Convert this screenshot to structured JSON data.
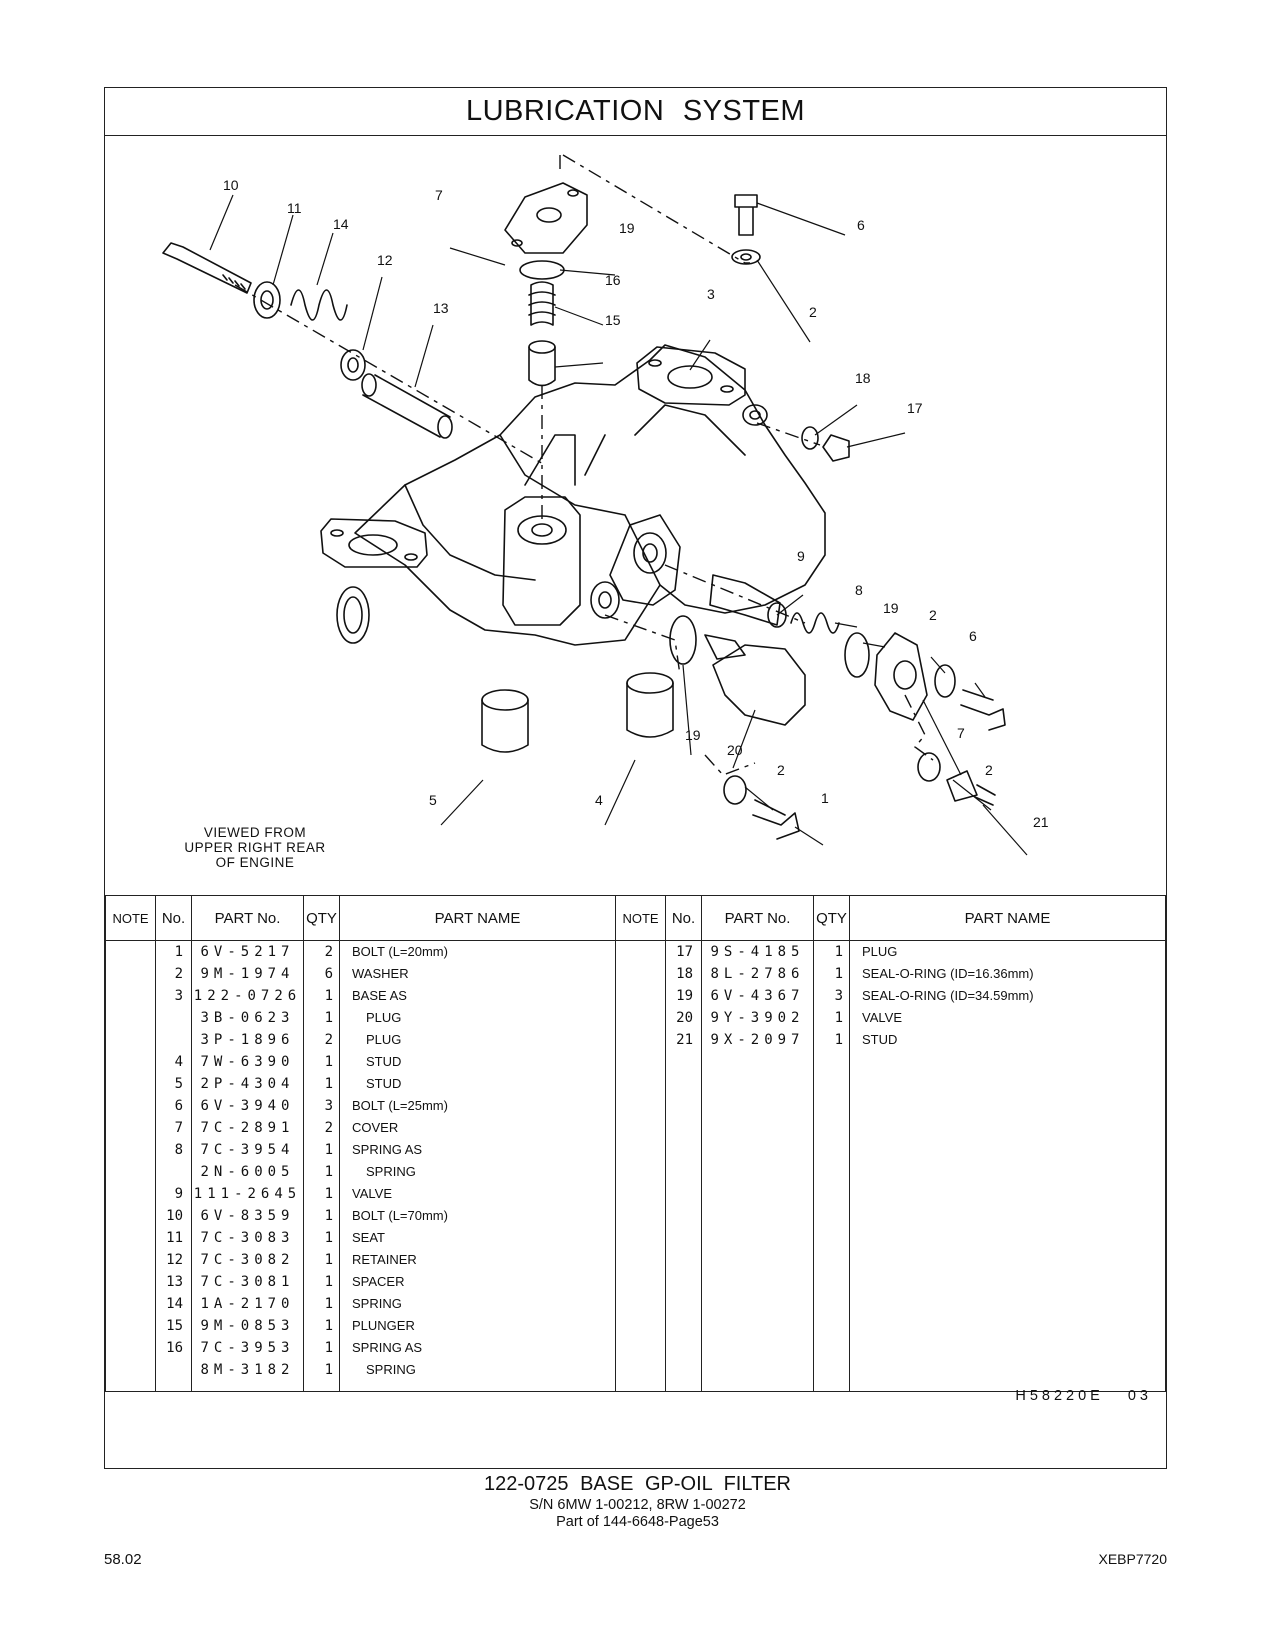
{
  "title": "LUBRICATION   SYSTEM",
  "view_note": [
    "VIEWED  FROM",
    "UPPER  RIGHT  REAR",
    "OF  ENGINE"
  ],
  "callouts": [
    "10",
    "11",
    "14",
    "12",
    "13",
    "7",
    "19",
    "16",
    "15",
    "3",
    "6",
    "2",
    "18",
    "17",
    "9",
    "8",
    "19",
    "2",
    "6",
    "7",
    "19",
    "20",
    "2",
    "1",
    "5",
    "4",
    "2",
    "21"
  ],
  "table": {
    "headers": {
      "note": "NOTE",
      "no": "No.",
      "part_no": "PART No.",
      "qty": "QTY",
      "part_name": "PART NAME"
    },
    "left": [
      {
        "no": "1",
        "part_no": "6V-5217",
        "qty": "2",
        "name": "BOLT (L=20mm)",
        "sub": false
      },
      {
        "no": "2",
        "part_no": "9M-1974",
        "qty": "6",
        "name": "WASHER",
        "sub": false
      },
      {
        "no": "3",
        "part_no": "122-0726",
        "qty": "1",
        "name": "BASE  AS",
        "sub": false
      },
      {
        "no": "",
        "part_no": "3B-0623",
        "qty": "1",
        "name": "PLUG",
        "sub": true
      },
      {
        "no": "",
        "part_no": "3P-1896",
        "qty": "2",
        "name": "PLUG",
        "sub": true
      },
      {
        "no": "4",
        "part_no": "7W-6390",
        "qty": "1",
        "name": "STUD",
        "sub": true
      },
      {
        "no": "5",
        "part_no": "2P-4304",
        "qty": "1",
        "name": "STUD",
        "sub": true
      },
      {
        "no": "6",
        "part_no": "6V-3940",
        "qty": "3",
        "name": "BOLT (L=25mm)",
        "sub": false
      },
      {
        "no": "7",
        "part_no": "7C-2891",
        "qty": "2",
        "name": "COVER",
        "sub": false
      },
      {
        "no": "8",
        "part_no": "7C-3954",
        "qty": "1",
        "name": "SPRING  AS",
        "sub": false
      },
      {
        "no": "",
        "part_no": "2N-6005",
        "qty": "1",
        "name": "SPRING",
        "sub": true
      },
      {
        "no": "9",
        "part_no": "111-2645",
        "qty": "1",
        "name": "VALVE",
        "sub": false
      },
      {
        "no": "10",
        "part_no": "6V-8359",
        "qty": "1",
        "name": "BOLT (L=70mm)",
        "sub": false
      },
      {
        "no": "11",
        "part_no": "7C-3083",
        "qty": "1",
        "name": "SEAT",
        "sub": false
      },
      {
        "no": "12",
        "part_no": "7C-3082",
        "qty": "1",
        "name": "RETAINER",
        "sub": false
      },
      {
        "no": "13",
        "part_no": "7C-3081",
        "qty": "1",
        "name": "SPACER",
        "sub": false
      },
      {
        "no": "14",
        "part_no": "1A-2170",
        "qty": "1",
        "name": "SPRING",
        "sub": false
      },
      {
        "no": "15",
        "part_no": "9M-0853",
        "qty": "1",
        "name": "PLUNGER",
        "sub": false
      },
      {
        "no": "16",
        "part_no": "7C-3953",
        "qty": "1",
        "name": "SPRING  AS",
        "sub": false
      },
      {
        "no": "",
        "part_no": "8M-3182",
        "qty": "1",
        "name": "SPRING",
        "sub": true
      }
    ],
    "right": [
      {
        "no": "17",
        "part_no": "9S-4185",
        "qty": "1",
        "name": "PLUG",
        "sub": false
      },
      {
        "no": "18",
        "part_no": "8L-2786",
        "qty": "1",
        "name": "SEAL-O-RING (ID=16.36mm)",
        "sub": false
      },
      {
        "no": "19",
        "part_no": "6V-4367",
        "qty": "3",
        "name": "SEAL-O-RING (ID=34.59mm)",
        "sub": false
      },
      {
        "no": "20",
        "part_no": "9Y-3902",
        "qty": "1",
        "name": "VALVE",
        "sub": false
      },
      {
        "no": "21",
        "part_no": "9X-2097",
        "qty": "1",
        "name": "STUD",
        "sub": false
      }
    ]
  },
  "drawing_ref": "H58220E  03",
  "footer": {
    "title": "122-0725  BASE  GP-OIL  FILTER",
    "serial": "S/N 6MW 1-00212, 8RW 1-00272",
    "part_of": "Part of 144-6648-Page53",
    "page_left": "58.02",
    "page_right": "XEBP7720"
  }
}
